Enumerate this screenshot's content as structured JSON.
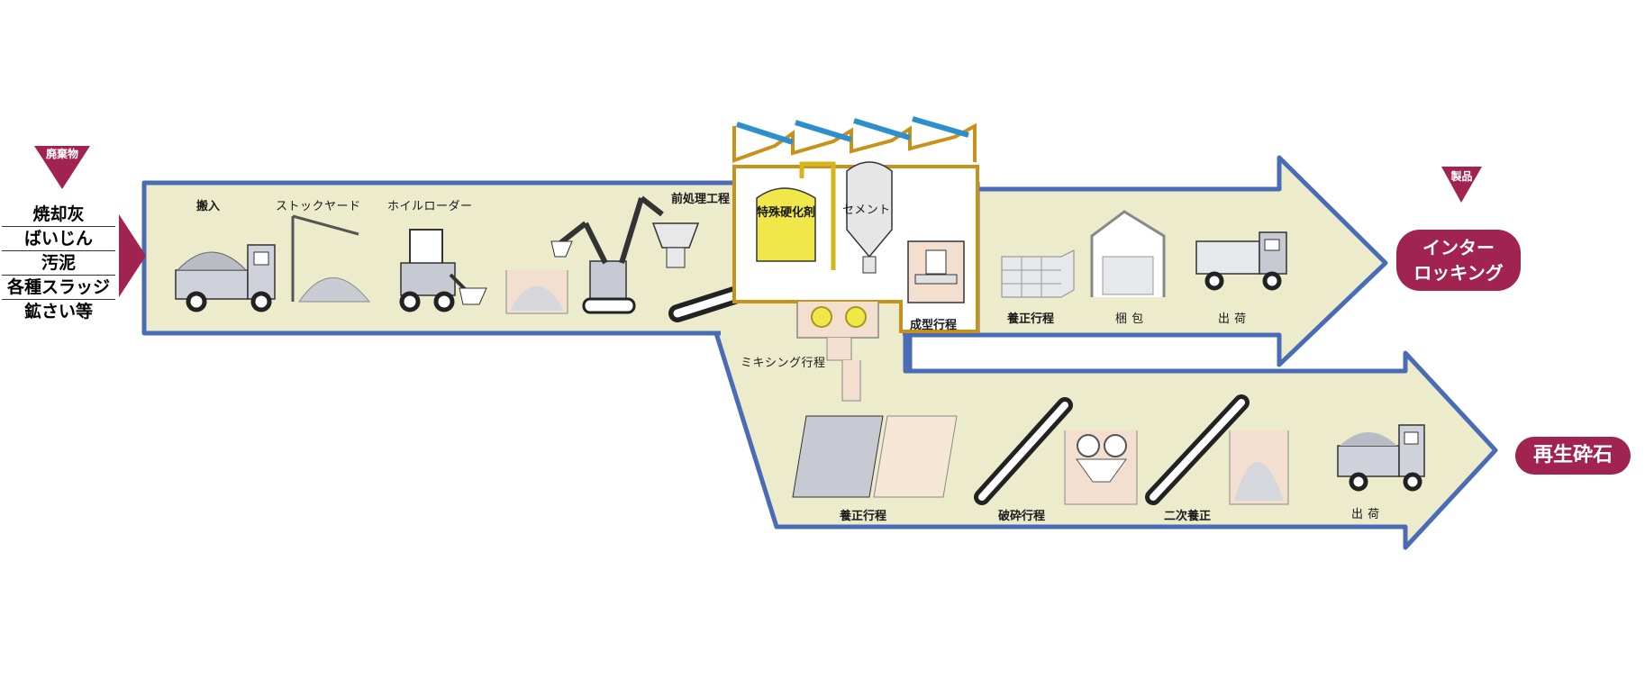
{
  "input": {
    "header": "廃棄物",
    "items": [
      "焼却灰",
      "ばいじん",
      "汚泥",
      "各種スラッジ",
      "鉱さい等"
    ]
  },
  "steps_top": {
    "delivery": "搬入",
    "stockyard": "ストックヤード",
    "wheel_loader": "ホイルローダー",
    "pretreatment": "前処理工程",
    "solidifier": "特殊硬化剤",
    "cement": "セメント",
    "mixing": "ミキシング行程",
    "molding": "成型行程",
    "curing": "養正行程",
    "packing": "梱 包",
    "shipping": "出 荷"
  },
  "steps_bottom": {
    "curing": "養正行程",
    "crushing": "破砕行程",
    "secondary_curing": "二次養正",
    "shipping": "出 荷"
  },
  "products": {
    "header": "製品",
    "interlocking": [
      "インター",
      "ロッキング"
    ],
    "recycled": "再生砕石"
  },
  "colors": {
    "arrow_fill": "#ecebcb",
    "arrow_border": "#4a6bb5",
    "accent": "#a0244f",
    "solidifier_tank": "#f0e84a",
    "factory_frame": "#c8921a",
    "roof_blue": "#2e8fcf"
  }
}
